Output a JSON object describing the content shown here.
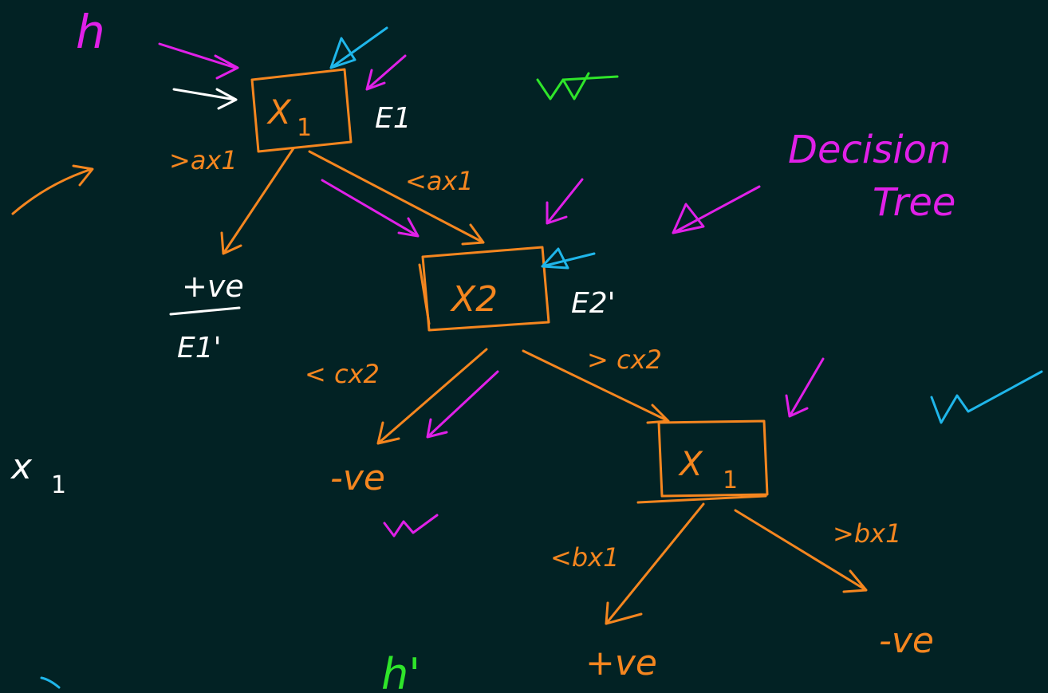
{
  "colors": {
    "background": "#022224",
    "orange": "#f5861f",
    "magenta": "#e020e8",
    "cyan": "#1fb6ea",
    "green": "#2fe52a",
    "white": "#ffffff"
  },
  "labels": {
    "h": "h",
    "h_prime": "h'",
    "title_line1": "Decision",
    "title_line2": "Tree",
    "partial_x1": "x",
    "partial_sub": "1"
  },
  "nodes": {
    "root": {
      "var": "X",
      "sub": "1",
      "error": "E1"
    },
    "mid": {
      "var": "X2",
      "error": "E2'"
    },
    "right": {
      "var": "X",
      "sub": "1"
    }
  },
  "edges": {
    "root_left": ">ax1",
    "root_right": "<ax1",
    "mid_left": "< cx2",
    "mid_right": "> cx2",
    "right_left": "<bx1",
    "right_right": ">bx1"
  },
  "leaves": {
    "leaf1": "+ve",
    "leaf1_error": "E1'",
    "leaf2": "-ve",
    "leaf3": "+ve",
    "leaf4": "-ve"
  },
  "marks": {
    "check_green": "w",
    "check_cyan": "w",
    "check_magenta": "w"
  }
}
